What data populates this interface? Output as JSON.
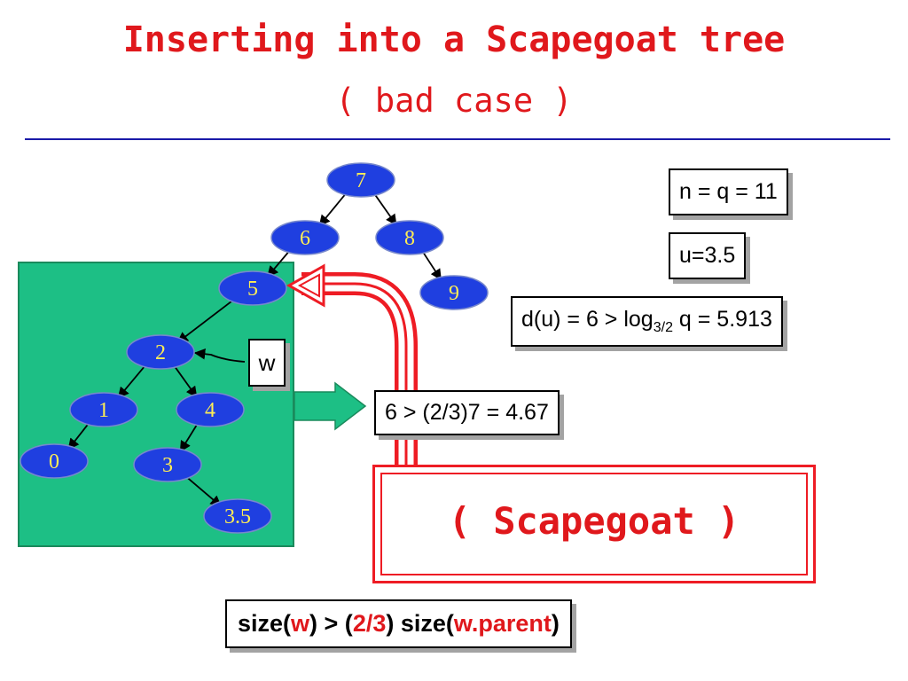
{
  "slide": {
    "title": "Inserting into a Scapegoat tree",
    "subtitle": "( bad case )"
  },
  "tree": {
    "nodes": [
      {
        "id": "7",
        "label": "7"
      },
      {
        "id": "6",
        "label": "6"
      },
      {
        "id": "8",
        "label": "8"
      },
      {
        "id": "5",
        "label": "5"
      },
      {
        "id": "9",
        "label": "9"
      },
      {
        "id": "2",
        "label": "2"
      },
      {
        "id": "1",
        "label": "1"
      },
      {
        "id": "4",
        "label": "4"
      },
      {
        "id": "0",
        "label": "0"
      },
      {
        "id": "3",
        "label": "3"
      },
      {
        "id": "3.5",
        "label": "3.5"
      }
    ],
    "edges": [
      [
        "7",
        "6"
      ],
      [
        "7",
        "8"
      ],
      [
        "6",
        "5"
      ],
      [
        "8",
        "9"
      ],
      [
        "5",
        "2"
      ],
      [
        "2",
        "1"
      ],
      [
        "2",
        "4"
      ],
      [
        "1",
        "0"
      ],
      [
        "4",
        "3"
      ],
      [
        "3",
        "3.5"
      ]
    ],
    "colors": {
      "node_fill": "#1f3fe0",
      "node_text": "#ffee55",
      "panel": "#1dbf85"
    }
  },
  "labels": {
    "w_label": "w",
    "n_q": "n = q = 11",
    "u_value": "u=3.5",
    "du_prefix": "d(u) = 6 > log",
    "du_subscript": "3/2",
    "du_suffix": " q = 5.913",
    "size_check": "6 > (2/3)7 = 4.67",
    "scapegoat": "( Scapegoat )",
    "condition": {
      "p1": "size(",
      "p2": "w",
      "p3": ") > (",
      "p4": "2/3",
      "p5": ") size(",
      "p6": "w.parent",
      "p7": ")"
    }
  }
}
